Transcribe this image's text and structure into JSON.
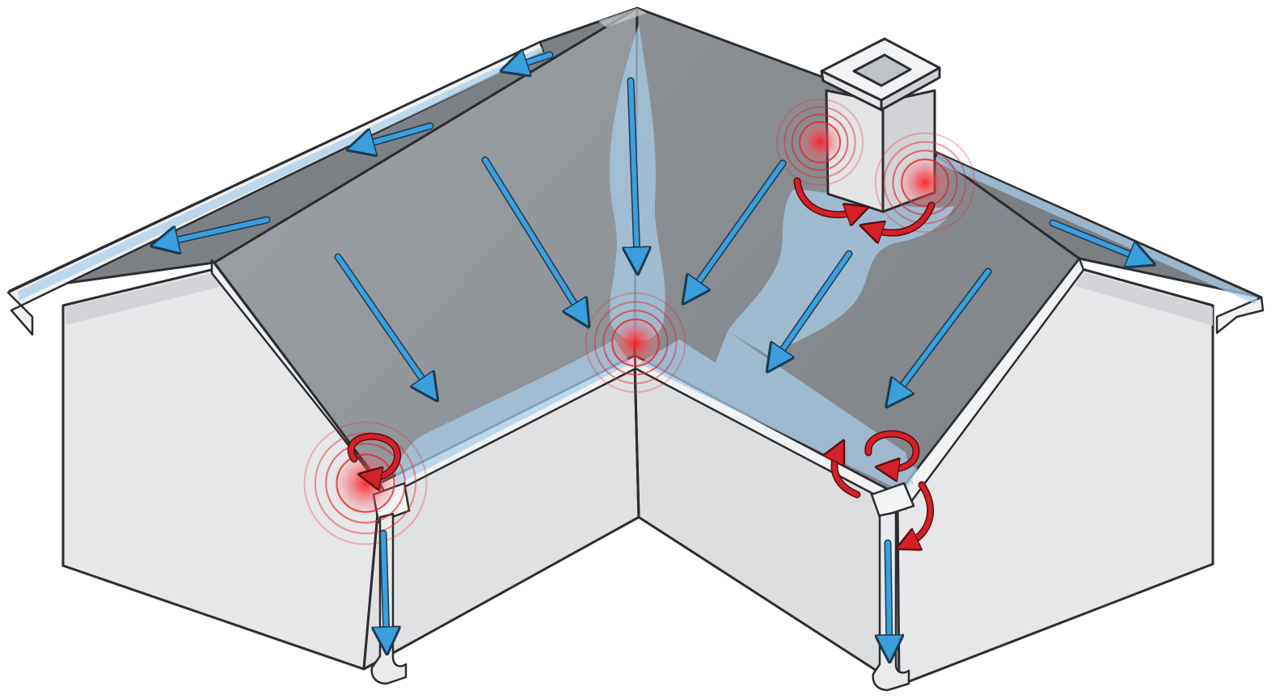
{
  "illustration": {
    "subject": "roof-water-drainage",
    "colors": {
      "background": "#ffffff",
      "wall": "#e6e7e9",
      "wall_shade": "#d3d5d8",
      "roof": "#8e9398",
      "roof_light": "#a3a7ac",
      "roof_edge": "#5f6368",
      "outline": "#2b2d30",
      "fascia": "#f1f2f3",
      "water": "#a9cde6",
      "flow_arrow": "#3a9fdc",
      "hotspot": "#e8232a",
      "swirl_arrow": "#d42027"
    },
    "icons": {
      "flow": "arrow-down-icon",
      "problem_area": "hotspot-icon",
      "turbulence": "swirl-arrow-icon"
    },
    "hotspots": [
      {
        "location": "valley-center",
        "rings": 4
      },
      {
        "location": "chimney-left",
        "rings": 4
      },
      {
        "location": "chimney-right",
        "rings": 4
      },
      {
        "location": "left-gutter-corner",
        "rings": 4
      }
    ]
  }
}
